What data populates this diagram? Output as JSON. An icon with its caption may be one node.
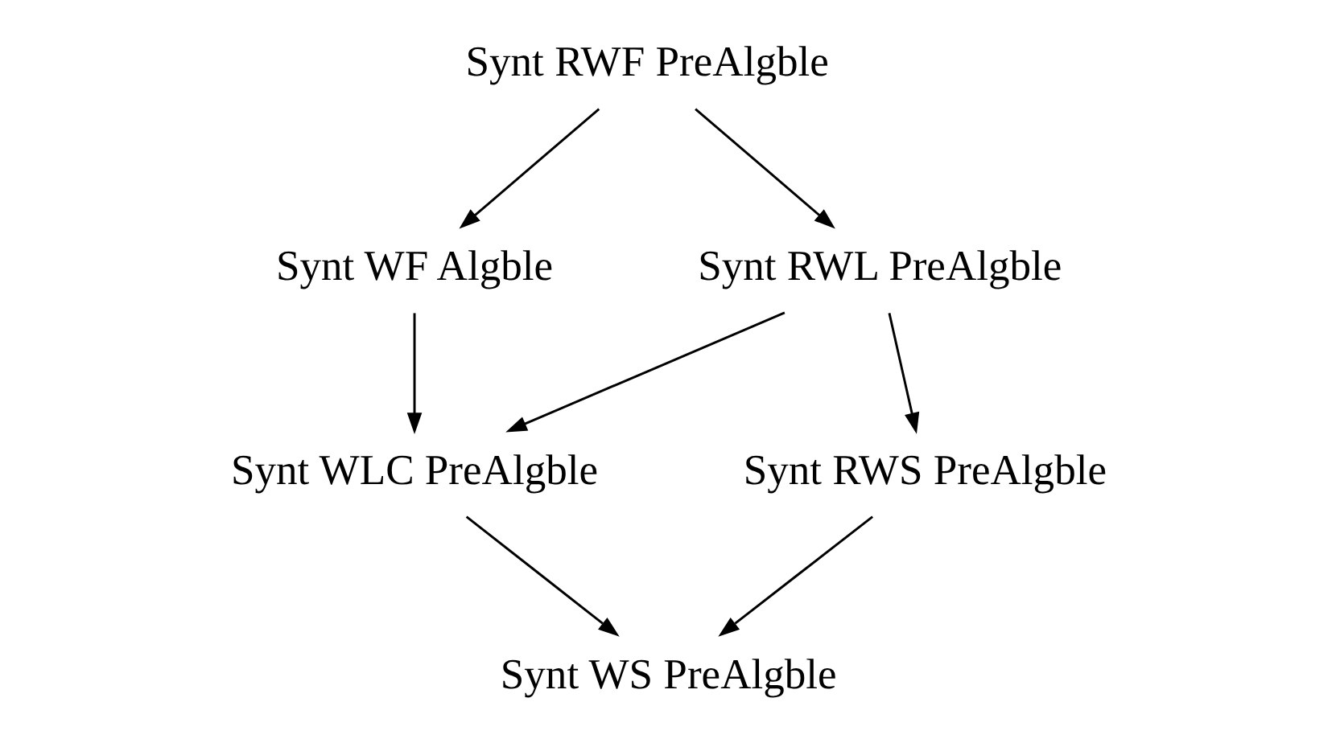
{
  "diagram": {
    "nodes": [
      {
        "text": [
          "Synt RWF PreAlgble"
        ]
      },
      {
        "text": [
          "Synt WF Algble"
        ]
      },
      {
        "text": [
          "Synt RWL PreAlgble"
        ]
      },
      {
        "text": [
          "Synt WLC PreAlgble"
        ]
      },
      {
        "text": [
          "Synt RWS PreAlgble"
        ]
      },
      {
        "text": [
          "Synt WS PreAlgble"
        ]
      }
    ],
    "edges": [
      {
        "from": 0,
        "to": 1,
        "arrow": "to"
      },
      {
        "from": 0,
        "to": 2,
        "arrow": "to"
      },
      {
        "from": 1,
        "to": 3,
        "arrow": "to"
      },
      {
        "from": 2,
        "to": 3,
        "arrow": "to"
      },
      {
        "from": 2,
        "to": 4,
        "arrow": "to"
      },
      {
        "from": 3,
        "to": 5,
        "arrow": "to"
      },
      {
        "from": 4,
        "to": 5,
        "arrow": "to"
      }
    ]
  }
}
